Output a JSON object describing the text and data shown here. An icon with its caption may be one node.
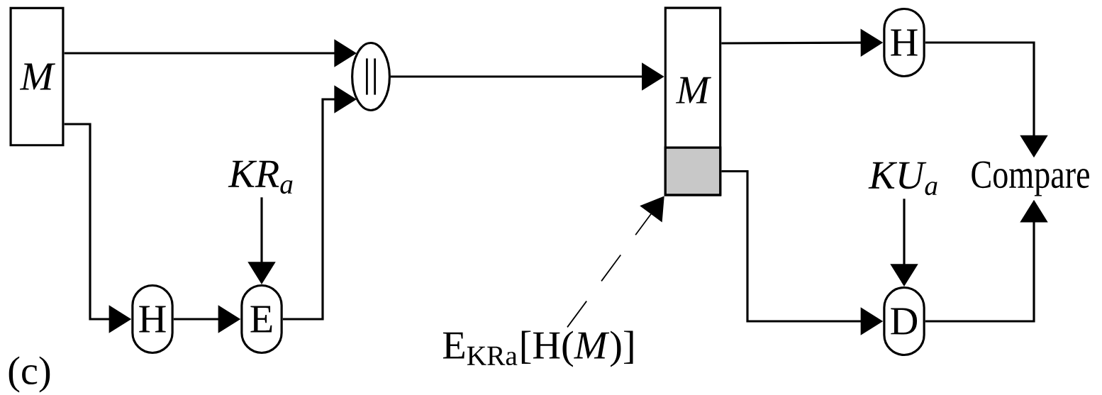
{
  "diagram": {
    "nodes": [
      {
        "text": [
          "M"
        ]
      },
      {
        "text": [
          "H"
        ]
      },
      {
        "text": [
          "E"
        ]
      },
      {
        "text": [
          "KR$_{a}$"
        ]
      },
      {
        "text": [
          "||"
        ]
      },
      {
        "text": [
          "M"
        ]
      },
      {
        "text": [],
        "shape": "box",
        "in": 5
      },
      {
        "text": [
          "E$_{KRa}$[H(*M*)]"
        ]
      },
      {
        "text": [
          "H"
        ]
      },
      {
        "text": [
          "KU$_{a}$"
        ]
      },
      {
        "text": [
          "D"
        ]
      },
      {
        "text": [
          "Compare"
        ]
      }
    ],
    "edges": [
      {
        "from": 0,
        "to": 4,
        "arrow": "to"
      },
      {
        "from": 0,
        "to": 1,
        "arrow": "to"
      },
      {
        "from": 1,
        "to": 2,
        "arrow": "to"
      },
      {
        "from": 3,
        "to": 2,
        "arrow": "to"
      },
      {
        "from": 2,
        "to": 4,
        "arrow": "to"
      },
      {
        "from": 4,
        "to": 5,
        "arrow": "to"
      },
      {
        "from": 5,
        "to": 8,
        "arrow": "to"
      },
      {
        "from": 6,
        "to": 10,
        "arrow": "to"
      },
      {
        "from": 9,
        "to": 10,
        "arrow": "to"
      },
      {
        "from": 8,
        "to": 11,
        "arrow": "to"
      },
      {
        "from": 10,
        "to": 11,
        "arrow": "to"
      },
      {
        "from": 7,
        "to": 6,
        "arrow": "to",
        "style": "dashed"
      }
    ],
    "labels": [
      "(c)"
    ]
  }
}
